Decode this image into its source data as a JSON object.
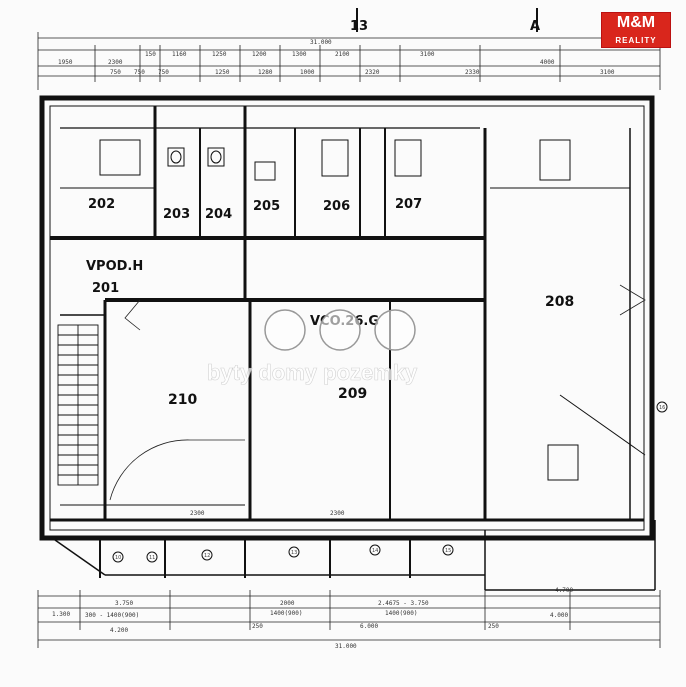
{
  "logo": {
    "brand": "M&M",
    "sub": "REALITY"
  },
  "watermark": {
    "text": "byty domy pozemky"
  },
  "rooms": {
    "r201": "201",
    "r202": "202",
    "r203": "203",
    "r204": "204",
    "r205": "205",
    "r206": "206",
    "r207": "207",
    "r208": "208",
    "r209": "209",
    "r210": "210"
  },
  "labels": {
    "vpodh": "VPOD.H",
    "vco": "VCO.26.G",
    "sec_top_left": "13",
    "sec_top_right": "A"
  },
  "dimensions": {
    "overall_top": "31.000",
    "overall_bottom": "31.000",
    "top_row": [
      "1950",
      "2300",
      "150",
      "1160",
      "1250",
      "1200",
      "1300",
      "2100",
      "3100",
      "4000",
      "3100"
    ],
    "top_row2": [
      "750",
      "750",
      "750",
      "1250",
      "1280",
      "1000",
      "2320",
      "2330"
    ],
    "bottom_row1": [
      "1.300",
      "3.750",
      "2000",
      "2.4675 - 3.750",
      "4.700"
    ],
    "bottom_row2": [
      "300 - 1400(900)",
      "1400(900)",
      "1400(900)",
      "4.000"
    ],
    "bottom_row3": [
      "4.200",
      "250",
      "6.000",
      "250"
    ],
    "inner_bottom": [
      "2300",
      "2300"
    ]
  },
  "grid_markers": [
    "10",
    "11",
    "12",
    "13",
    "14",
    "15",
    "16"
  ]
}
